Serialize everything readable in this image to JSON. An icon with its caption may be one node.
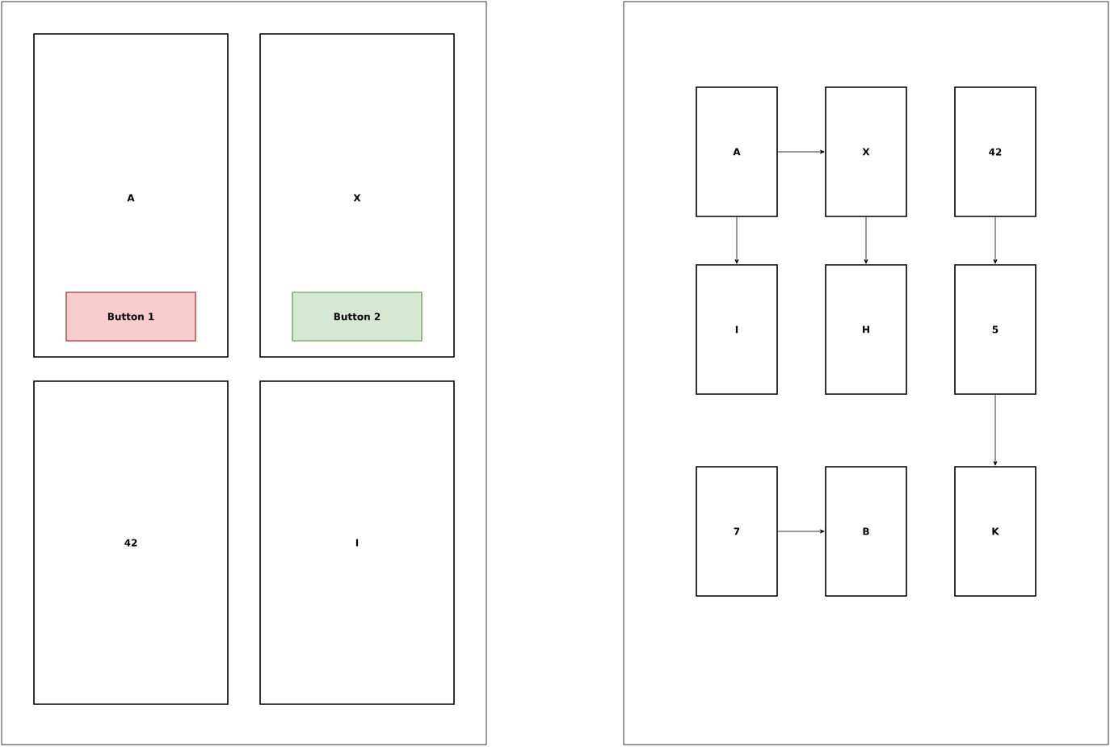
{
  "diagram": {
    "nodes": [
      {
        "text": [],
        "shape": "box"
      },
      {
        "text": [
          "A"
        ],
        "in": 0
      },
      {
        "text": [
          "Button 1"
        ],
        "in": 1
      },
      {
        "text": [
          "X"
        ],
        "in": 0
      },
      {
        "text": [
          "Button 2"
        ],
        "in": 3
      },
      {
        "text": [
          "42"
        ],
        "in": 0
      },
      {
        "text": [
          "I"
        ],
        "in": 0
      },
      {
        "text": [],
        "shape": "box"
      },
      {
        "text": [
          "A"
        ],
        "in": 7
      },
      {
        "text": [
          "X"
        ],
        "in": 7
      },
      {
        "text": [
          "42"
        ],
        "in": 7
      },
      {
        "text": [
          "I"
        ],
        "in": 7
      },
      {
        "text": [
          "H"
        ],
        "in": 7
      },
      {
        "text": [
          "5"
        ],
        "in": 7
      },
      {
        "text": [
          "7"
        ],
        "in": 7
      },
      {
        "text": [
          "B"
        ],
        "in": 7
      },
      {
        "text": [
          "K"
        ],
        "in": 7
      }
    ],
    "edges": [
      {
        "from": 8,
        "to": 9,
        "arrow": "to"
      },
      {
        "from": 8,
        "to": 11,
        "arrow": "to"
      },
      {
        "from": 9,
        "to": 12,
        "arrow": "to"
      },
      {
        "from": 10,
        "to": 13,
        "arrow": "to"
      },
      {
        "from": 13,
        "to": 16,
        "arrow": "to"
      },
      {
        "from": 14,
        "to": 15,
        "arrow": "to"
      }
    ]
  }
}
